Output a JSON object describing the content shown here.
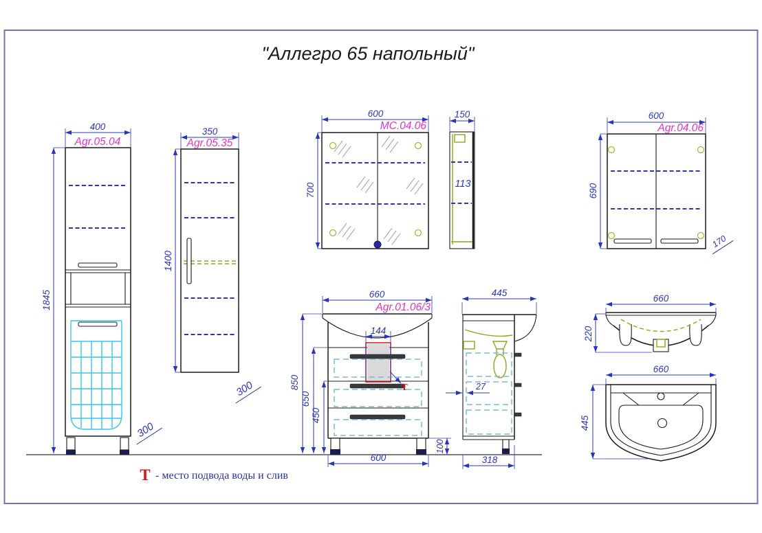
{
  "title": "\"Аллегро 65 напольный\"",
  "legend": {
    "marker": "Т",
    "description": "- место подвода воды и слив"
  },
  "colors": {
    "dimension_blue": "#2a35bd",
    "code_magenta": "#e332cc",
    "outline_black": "#1a1a1a",
    "basket_cyan": "#35c4e8",
    "drawer_dashed_cyan": "#7ab8da",
    "fittings_green": "#8aa818",
    "marker_red": "#d81414",
    "frame_border": "#7272b8"
  },
  "views": {
    "tall_cabinet": {
      "code": "Agr.05.04",
      "width_mm": "400",
      "height_mm": "1845",
      "depth_mm": "300"
    },
    "column_cabinet": {
      "code": "Agr.05.35",
      "width_mm": "350",
      "height_mm": "1400",
      "depth_mm": "300"
    },
    "mirror_cabinet": {
      "code": "МС.04.06",
      "width_mm": "600",
      "height_mm": "700",
      "side_depth_mm": "150",
      "side_inner_mm": "113"
    },
    "upper_cabinet": {
      "code": "Agr.04.06",
      "width_mm": "600",
      "height_mm": "690",
      "depth_mm": "170"
    },
    "vanity": {
      "code": "Agr.01.06/3",
      "width_mm": "660",
      "cutout_mm": "144",
      "height_total_mm": "850",
      "height_drawers_mm": "650",
      "height_lower_mm": "450",
      "body_width_mm": "600",
      "leg_height_mm": "100",
      "marker": "Т"
    },
    "vanity_side": {
      "depth_mm": "445",
      "wall_gap_mm": "27",
      "body_depth_mm": "318"
    },
    "washbasin_front": {
      "width_mm": "660",
      "height_mm": "220"
    },
    "washbasin_top": {
      "width_mm": "660",
      "depth_mm": "445"
    }
  }
}
